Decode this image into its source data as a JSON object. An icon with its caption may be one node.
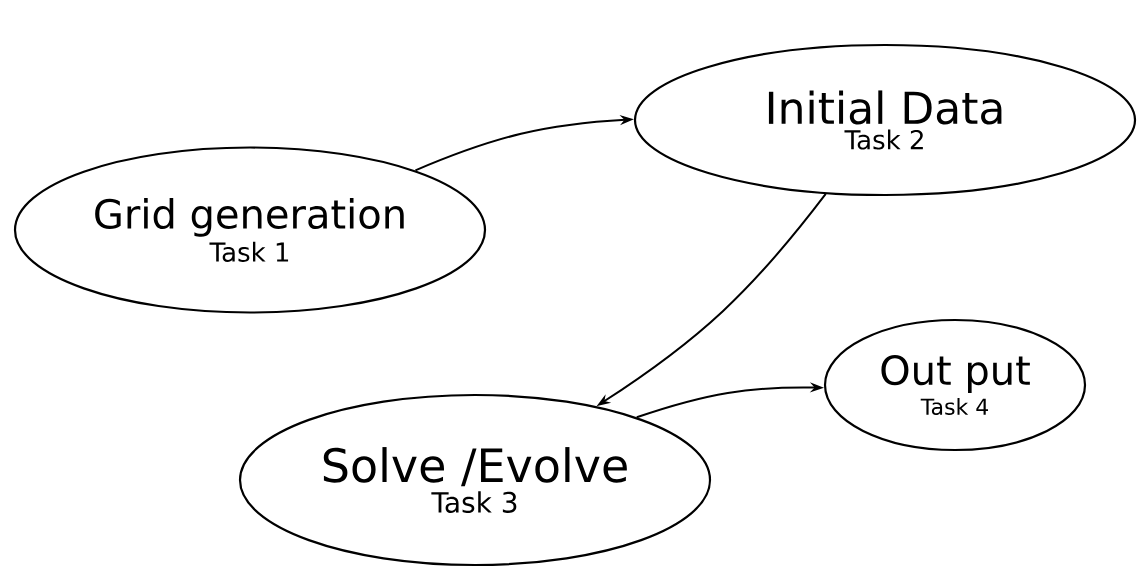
{
  "diagram": {
    "nodes": [
      {
        "text": [
          "Grid generation",
          "Task 1"
        ]
      },
      {
        "text": [
          "Initial Data",
          "Task 2"
        ]
      },
      {
        "text": [
          "Solve /Evolve",
          "Task 3"
        ]
      },
      {
        "text": [
          "Out put",
          "Task 4"
        ]
      }
    ],
    "edges": [
      {
        "from": 0,
        "to": 1,
        "arrow": "to"
      },
      {
        "from": 1,
        "to": 2,
        "arrow": "to"
      },
      {
        "from": 2,
        "to": 3,
        "arrow": "to"
      }
    ]
  }
}
